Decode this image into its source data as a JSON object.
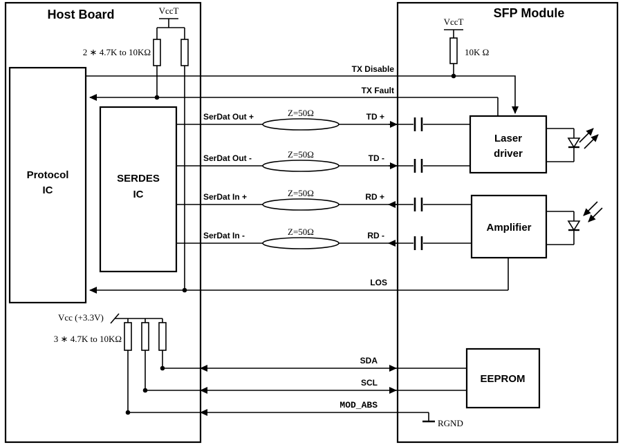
{
  "host_board": {
    "title": "Host Board",
    "protocol_ic_line1": "Protocol",
    "protocol_ic_line2": "IC",
    "serdes_line1": "SERDES",
    "serdes_line2": "IC",
    "vcct_label": "VccT",
    "top_pullup_label": "2 ∗ 4.7K to 10KΩ",
    "vcc33_label": "Vcc (+3.3V)",
    "bottom_pullup_label": "3 ∗ 4.7K to 10KΩ"
  },
  "sfp_module": {
    "title": "SFP Module",
    "vcct_label": "VccT",
    "pullup_label": "10K Ω",
    "laser_driver_line1": "Laser",
    "laser_driver_line2": "driver",
    "amplifier_label": "Amplifier",
    "eeprom_label": "EEPROM",
    "rgnd_label": "RGND"
  },
  "signals": {
    "tx_disable": "TX Disable",
    "tx_fault": "TX Fault",
    "serdat_out_p": "SerDat Out +",
    "serdat_out_n": "SerDat Out -",
    "serdat_in_p": "SerDat In +",
    "serdat_in_n": "SerDat In -",
    "td_p": "TD +",
    "td_n": "TD -",
    "rd_p": "RD +",
    "rd_n": "RD -",
    "los": "LOS",
    "sda": "SDA",
    "scl": "SCL",
    "mod_abs": "MOD_ABS",
    "impedance": "Z=50Ω"
  }
}
